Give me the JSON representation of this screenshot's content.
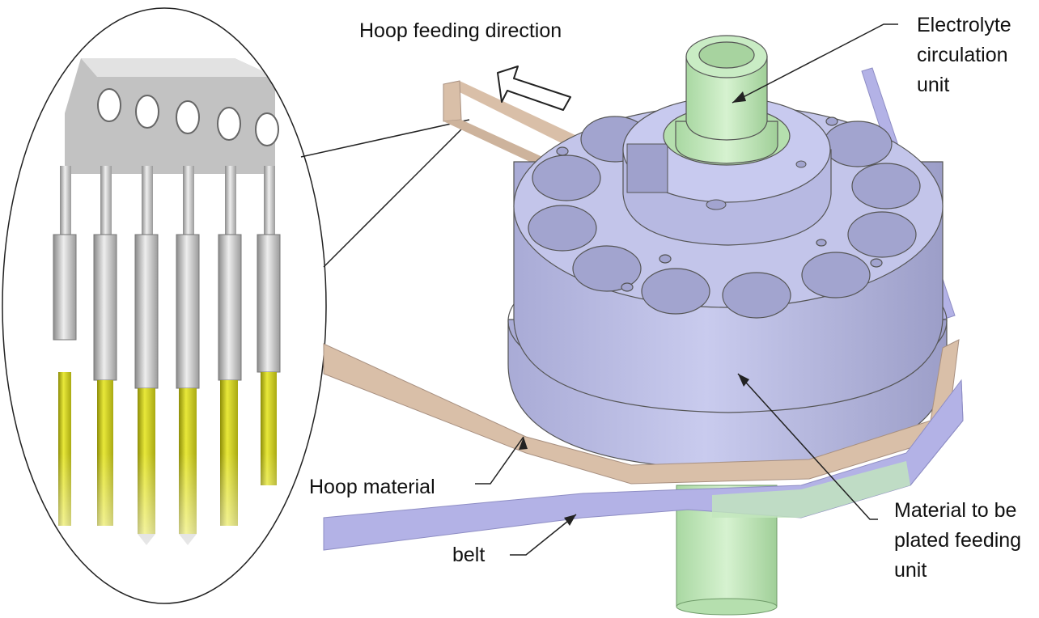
{
  "labels": {
    "hoop_feeding_direction": "Hoop feeding direction",
    "electrolyte_line1": "Electrolyte",
    "electrolyte_line2": "circulation",
    "electrolyte_line3": "unit",
    "hoop_material": "Hoop material",
    "material_line1": "Material to be",
    "material_line2": "plated feeding",
    "material_line3": "unit",
    "belt": "belt"
  },
  "colors": {
    "hoop": "#d9bfa8",
    "belt": "#b3b2e6",
    "drum": "#b9bbe2",
    "drum_dark": "#9c9ec8",
    "green": "#c9ecc4",
    "pin_gold": "#d6d61a",
    "pin_silver": "#d7d7d7"
  }
}
